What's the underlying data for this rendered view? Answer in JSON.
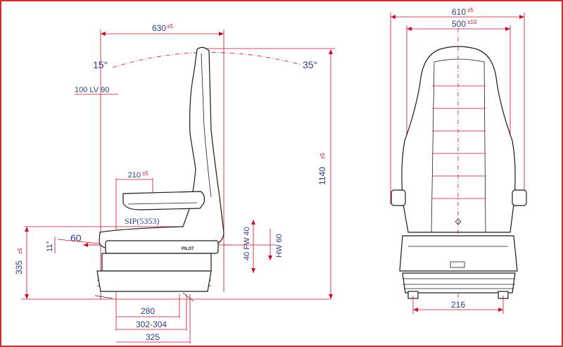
{
  "side_view": {
    "dim_top_width": "630",
    "dim_top_width_tol": "±5",
    "angle_left": "15°",
    "angle_right": "35°",
    "lumbar_label": "100 LV 90",
    "height_total": "1140",
    "height_total_tol": "±5",
    "armrest_dim": "210",
    "armrest_dim_tol": "±5",
    "sip_label": "SIP(5353)",
    "dim_60": "60",
    "angle_11": "11°",
    "height_335": "335",
    "height_335_tol": "±5",
    "fw_label": "40 FW 40",
    "hw_label": "HW 60",
    "base_280": "280",
    "base_302_304": "302-304",
    "base_325": "325",
    "brand": "PILOT"
  },
  "front_view": {
    "width_outer": "610",
    "width_outer_tol": "±5",
    "width_inner": "500",
    "width_inner_tol": "±10",
    "base_width": "216"
  },
  "colors": {
    "dimension": "#c8102e",
    "text": "#2a3f86",
    "outline": "#1a1a1a",
    "frame": "#d62a2a"
  }
}
